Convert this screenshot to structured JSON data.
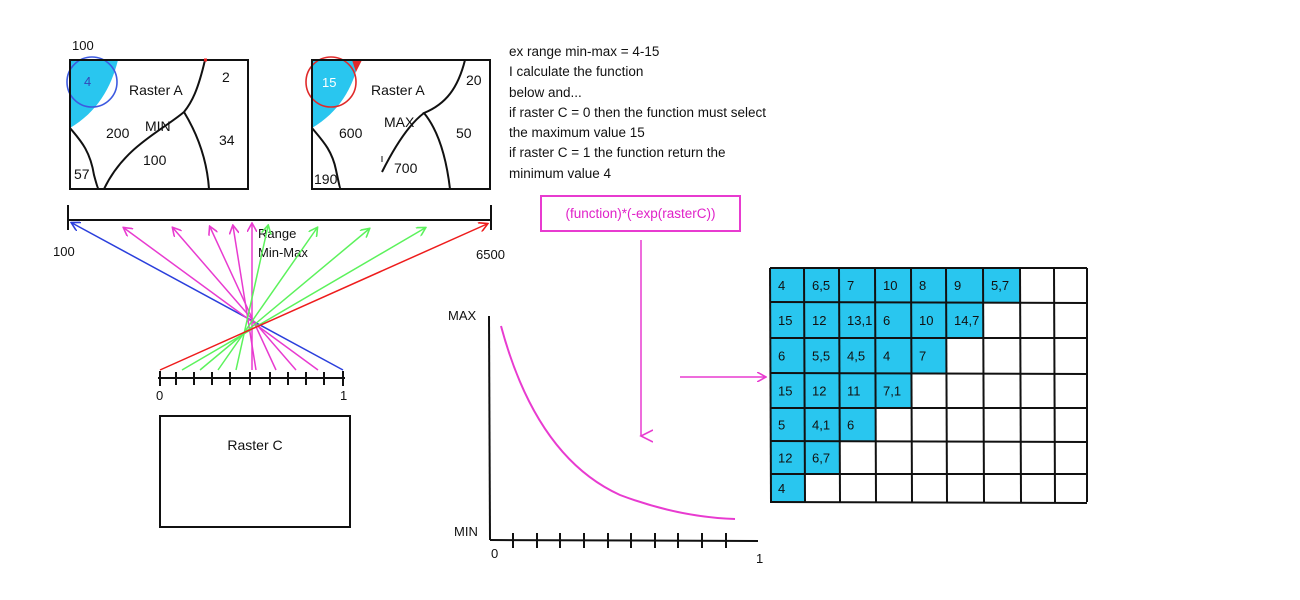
{
  "raster_min": {
    "corner_value": "100",
    "title": "Raster A",
    "operator": "MIN",
    "highlight_value": "4",
    "values": [
      "2",
      "200",
      "34",
      "100",
      "57"
    ]
  },
  "raster_max": {
    "title": "Raster A",
    "operator": "MAX",
    "highlight_value": "15",
    "values": [
      "20",
      "600",
      "50",
      "700",
      "190"
    ]
  },
  "notes": [
    "ex range min-max = 4-15",
    "I calculate the function",
    "below and...",
    "if raster C = 0 then the function must select",
    "the maximum value 15",
    "if raster C = 1 the function return the",
    "minimum value 4"
  ],
  "function_label": "(function)*(-exp(rasterC))",
  "range_axis": {
    "left_label": "100",
    "right_label": "6500",
    "label_line1": "Range",
    "label_line2": "Min-Max"
  },
  "c_axis": {
    "left_label": "0",
    "right_label": "1"
  },
  "raster_c_label": "Raster C",
  "decay_plot": {
    "y_max_label": "MAX",
    "y_min_label": "MIN",
    "x_left_label": "0",
    "x_right_label": "1"
  },
  "grid": {
    "rows": [
      [
        "4",
        "6,5",
        "7",
        "10",
        "8",
        "9",
        "5,7"
      ],
      [
        "15",
        "12",
        "13,1",
        "6",
        "10",
        "14,7"
      ],
      [
        "6",
        "5,5",
        "4,5",
        "4",
        "7"
      ],
      [
        "15",
        "12",
        "11",
        "7,1"
      ],
      [
        "5",
        "4,1",
        "6"
      ],
      [
        "12",
        "6,7"
      ],
      [
        "4"
      ]
    ]
  },
  "colors": {
    "cyan_fill": "#29c6ef",
    "magenta": "#e83bd0",
    "green": "#5cf25c",
    "red": "#ee1c1c",
    "blue": "#2b3fdc",
    "circle_blue": "#3d5ae0",
    "circle_red": "#e02a2a"
  }
}
